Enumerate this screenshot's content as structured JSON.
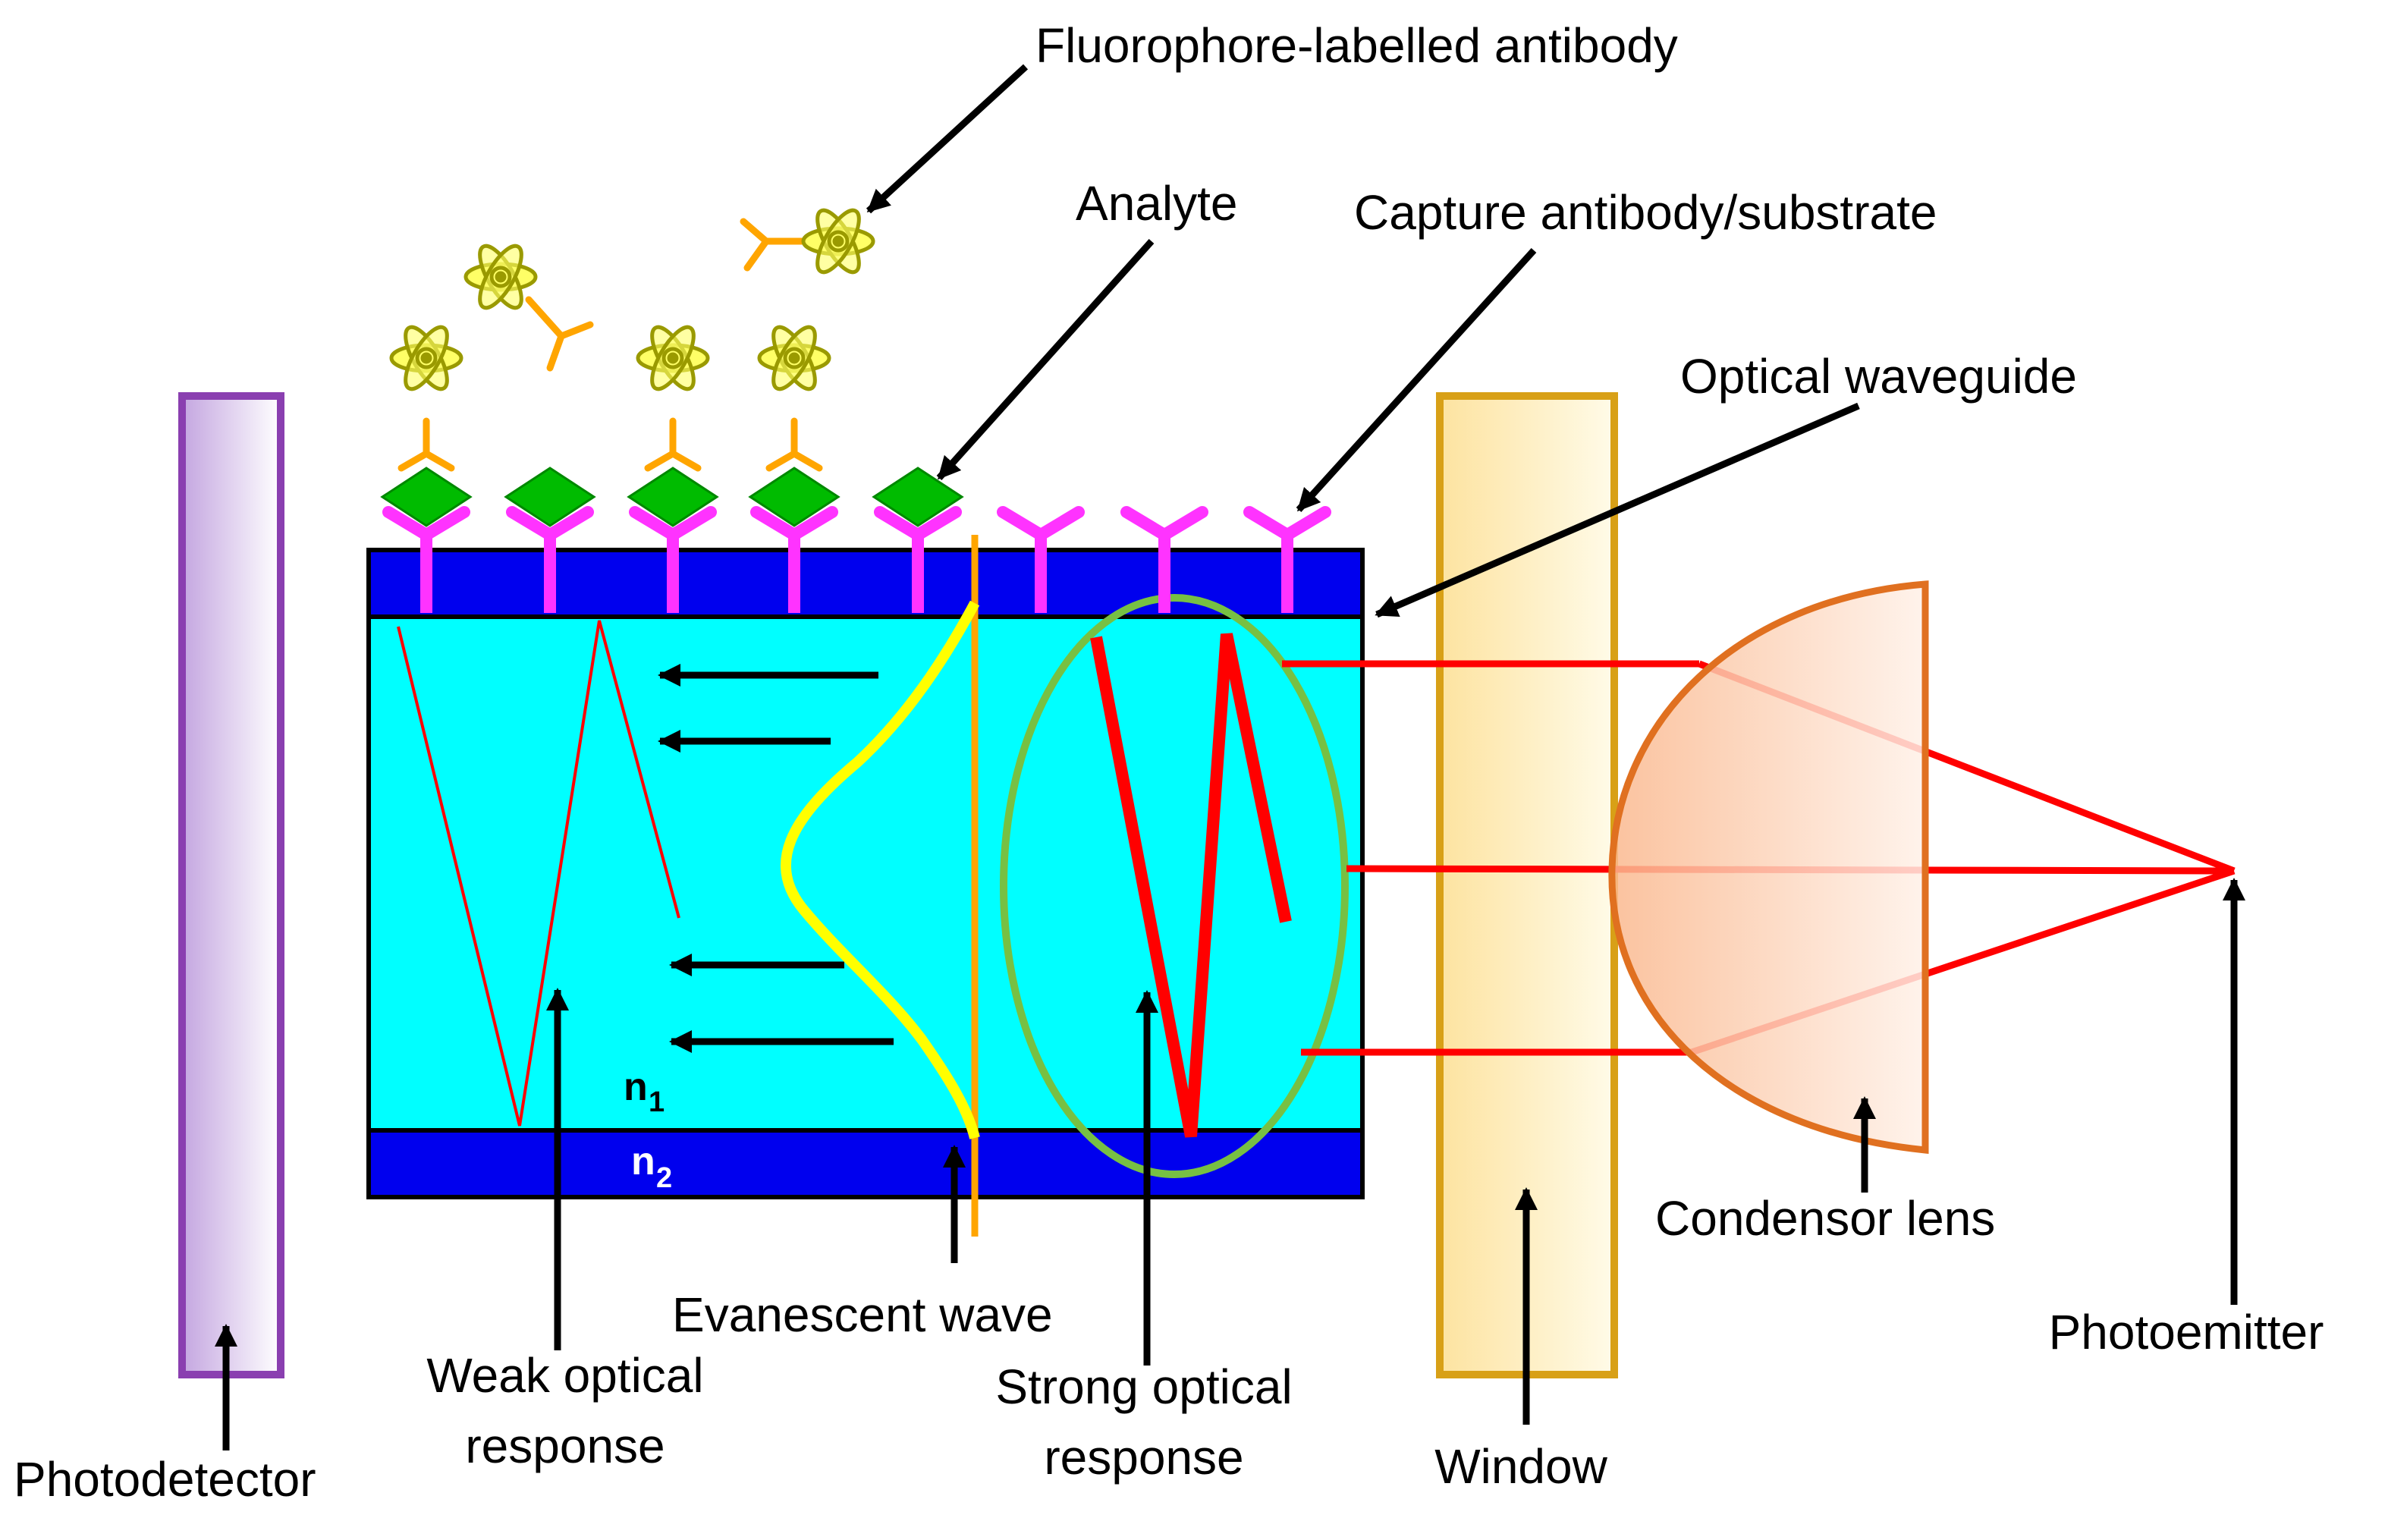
{
  "labels": {
    "fluorophore": "Fluorophore-labelled antibody",
    "analyte": "Analyte",
    "capture": "Capture antibody/substrate",
    "waveguide": "Optical waveguide",
    "photodetector": "Photodetector",
    "weak_line1": "Weak optical",
    "weak_line2": "response",
    "evanescent": "Evanescent wave",
    "strong_line1": "Strong optical",
    "strong_line2": "response",
    "window": "Window",
    "condensor": "Condensor lens",
    "photoemitter": "Photoemitter"
  },
  "refractive_index": {
    "core_letter": "n",
    "core_sub": "1",
    "clad_letter": "n",
    "clad_sub": "2"
  },
  "colors": {
    "cladding": "#0000ee",
    "core": "#00ffff",
    "capture_antibody": "#ff33ff",
    "analyte": "#00bb00",
    "labelled_antibody": "#ffa500",
    "fluorophore": "#ffff66",
    "light_ray": "#ff0000",
    "evanescent_wave": "#ffff00",
    "photodetector": "#8a3fb0",
    "window": "#d8a017",
    "lens": "#e07020",
    "ellipse": "#77c043"
  }
}
